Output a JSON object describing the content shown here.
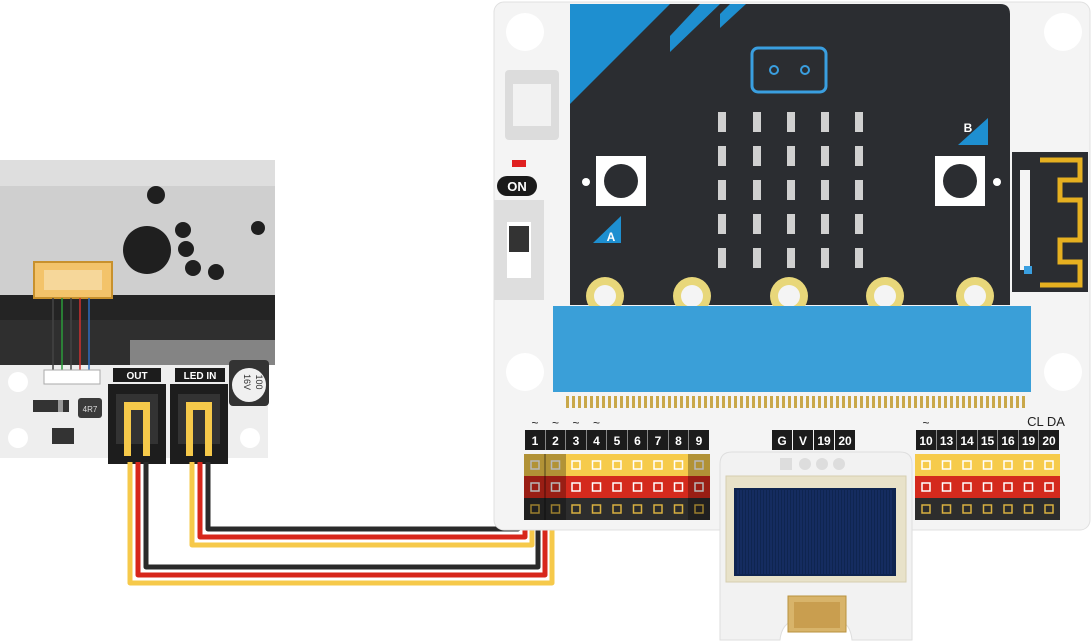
{
  "sensor_module": {
    "out_label": "OUT",
    "led_in_label": "LED IN",
    "capacitor_line1": "100",
    "capacitor_line2": "16V",
    "inductor_label": "4R7"
  },
  "expansion_board": {
    "on_label": "ON",
    "button_a_label": "A",
    "button_b_label": "B",
    "left_pins": [
      {
        "label": "1",
        "tilde": "~"
      },
      {
        "label": "2",
        "tilde": "~"
      },
      {
        "label": "3",
        "tilde": "~"
      },
      {
        "label": "4",
        "tilde": "~"
      },
      {
        "label": "5",
        "tilde": ""
      },
      {
        "label": "6",
        "tilde": ""
      },
      {
        "label": "7",
        "tilde": ""
      },
      {
        "label": "8",
        "tilde": ""
      },
      {
        "label": "9",
        "tilde": ""
      }
    ],
    "mid_pins": [
      "G",
      "V",
      "19",
      "20"
    ],
    "right_pins": [
      {
        "label": "10",
        "tilde": "~"
      },
      {
        "label": "13",
        "tilde": ""
      },
      {
        "label": "14",
        "tilde": ""
      },
      {
        "label": "15",
        "tilde": ""
      },
      {
        "label": "16",
        "tilde": ""
      },
      {
        "label": "19",
        "tilde": ""
      },
      {
        "label": "20",
        "tilde": ""
      }
    ],
    "i2c_labels": "CL DA"
  },
  "colors": {
    "board": "#f4f4f4",
    "microbit_body": "#2b2d31",
    "microbit_accent": "#1e8fd0",
    "edge_connector": "#3a9fd8",
    "signal_pin": "#f6cb4b",
    "power_pin": "#d42a1d",
    "ground_pin": "#2d2d2d",
    "wire_yellow": "#f6c94a",
    "wire_red": "#d7261b",
    "wire_black": "#2a2a2a",
    "oled_screen": "#0f2550"
  }
}
